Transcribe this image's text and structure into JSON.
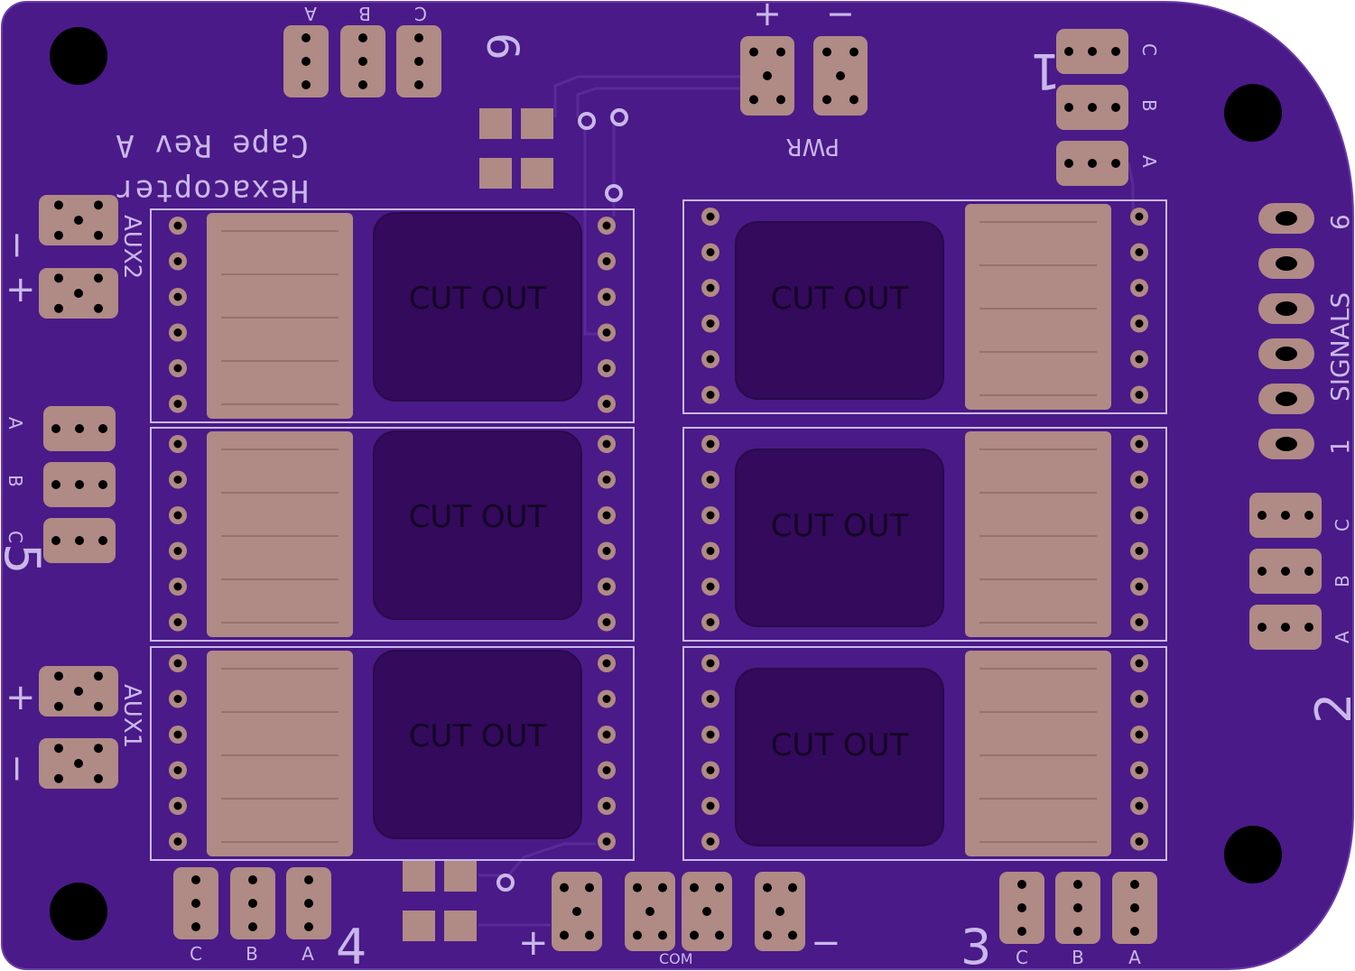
{
  "board": {
    "colors": {
      "soldermask": "#4a1a88",
      "copper": "#b08a84",
      "silkscreen": "#c9b8ea",
      "cutout": "#330a5c",
      "hole": "#000000",
      "trace": "#5a2a99"
    }
  },
  "labels": {
    "title_line1": "Hexacopter",
    "title_line2": "Cape Rev A",
    "pwr": "PWR",
    "pwr_plus": "+",
    "pwr_minus": "−",
    "aux2": "AUX2",
    "aux1": "AUX1",
    "signals": "SIGNALS",
    "signals_6": "6",
    "signals_1": "1",
    "com": "COM",
    "bottom_plus": "+",
    "bottom_minus": "−",
    "aux2_minus": "−",
    "aux2_plus": "+",
    "aux1_plus": "+",
    "aux1_minus": "−",
    "cutout": "CUT  OUT"
  },
  "motors": [
    {
      "number": "1",
      "phases": [
        "C",
        "B",
        "A"
      ]
    },
    {
      "number": "2",
      "phases": [
        "C",
        "B",
        "A"
      ]
    },
    {
      "number": "3",
      "phases": [
        "C",
        "B",
        "A"
      ]
    },
    {
      "number": "4",
      "phases": [
        "C",
        "B",
        "A"
      ]
    },
    {
      "number": "5",
      "phases": [
        "A",
        "B",
        "C"
      ]
    },
    {
      "number": "6",
      "phases": [
        "A",
        "B",
        "C"
      ]
    }
  ],
  "esc_modules": [
    {
      "id": "esc-top-left"
    },
    {
      "id": "esc-mid-left"
    },
    {
      "id": "esc-bot-left"
    },
    {
      "id": "esc-top-right"
    },
    {
      "id": "esc-mid-right"
    },
    {
      "id": "esc-bot-right"
    }
  ]
}
